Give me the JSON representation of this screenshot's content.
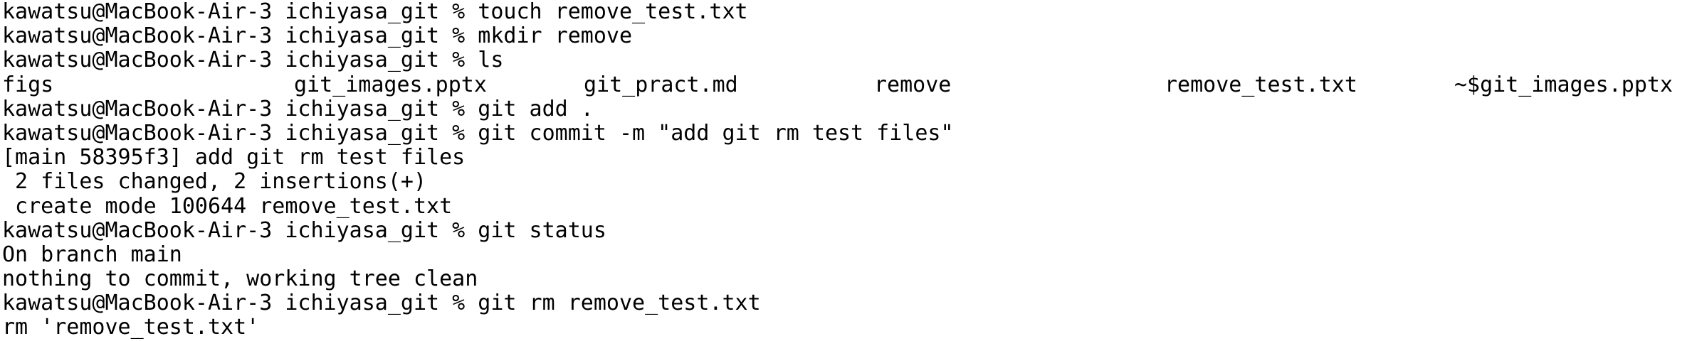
{
  "terminal": {
    "lines_before_ls": [
      "kawatsu@MacBook-Air-3 ichiyasa_git % touch remove_test.txt",
      "kawatsu@MacBook-Air-3 ichiyasa_git % mkdir remove",
      "kawatsu@MacBook-Air-3 ichiyasa_git % ls"
    ],
    "ls_output": [
      "figs",
      "git_images.pptx",
      "git_pract.md",
      "remove",
      "remove_test.txt",
      "~$git_images.pptx"
    ],
    "lines_after_ls": [
      "kawatsu@MacBook-Air-3 ichiyasa_git % git add .",
      "kawatsu@MacBook-Air-3 ichiyasa_git % git commit -m \"add git rm test files\"",
      "[main 58395f3] add git rm test files",
      " 2 files changed, 2 insertions(+)",
      " create mode 100644 remove_test.txt",
      "kawatsu@MacBook-Air-3 ichiyasa_git % git status",
      "On branch main",
      "nothing to commit, working tree clean",
      "kawatsu@MacBook-Air-3 ichiyasa_git % git rm remove_test.txt",
      "rm 'remove_test.txt'"
    ]
  }
}
